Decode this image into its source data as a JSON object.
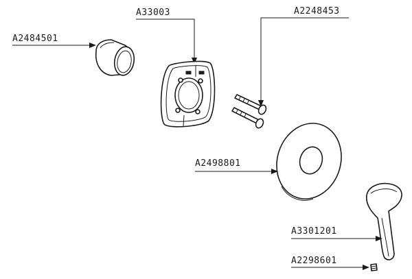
{
  "callouts": {
    "cap": "A2484501",
    "plate": "A33003",
    "screws": "A2248453",
    "escutcheon": "A2498801",
    "handle": "A3301201",
    "set_screw": "A2298601"
  }
}
